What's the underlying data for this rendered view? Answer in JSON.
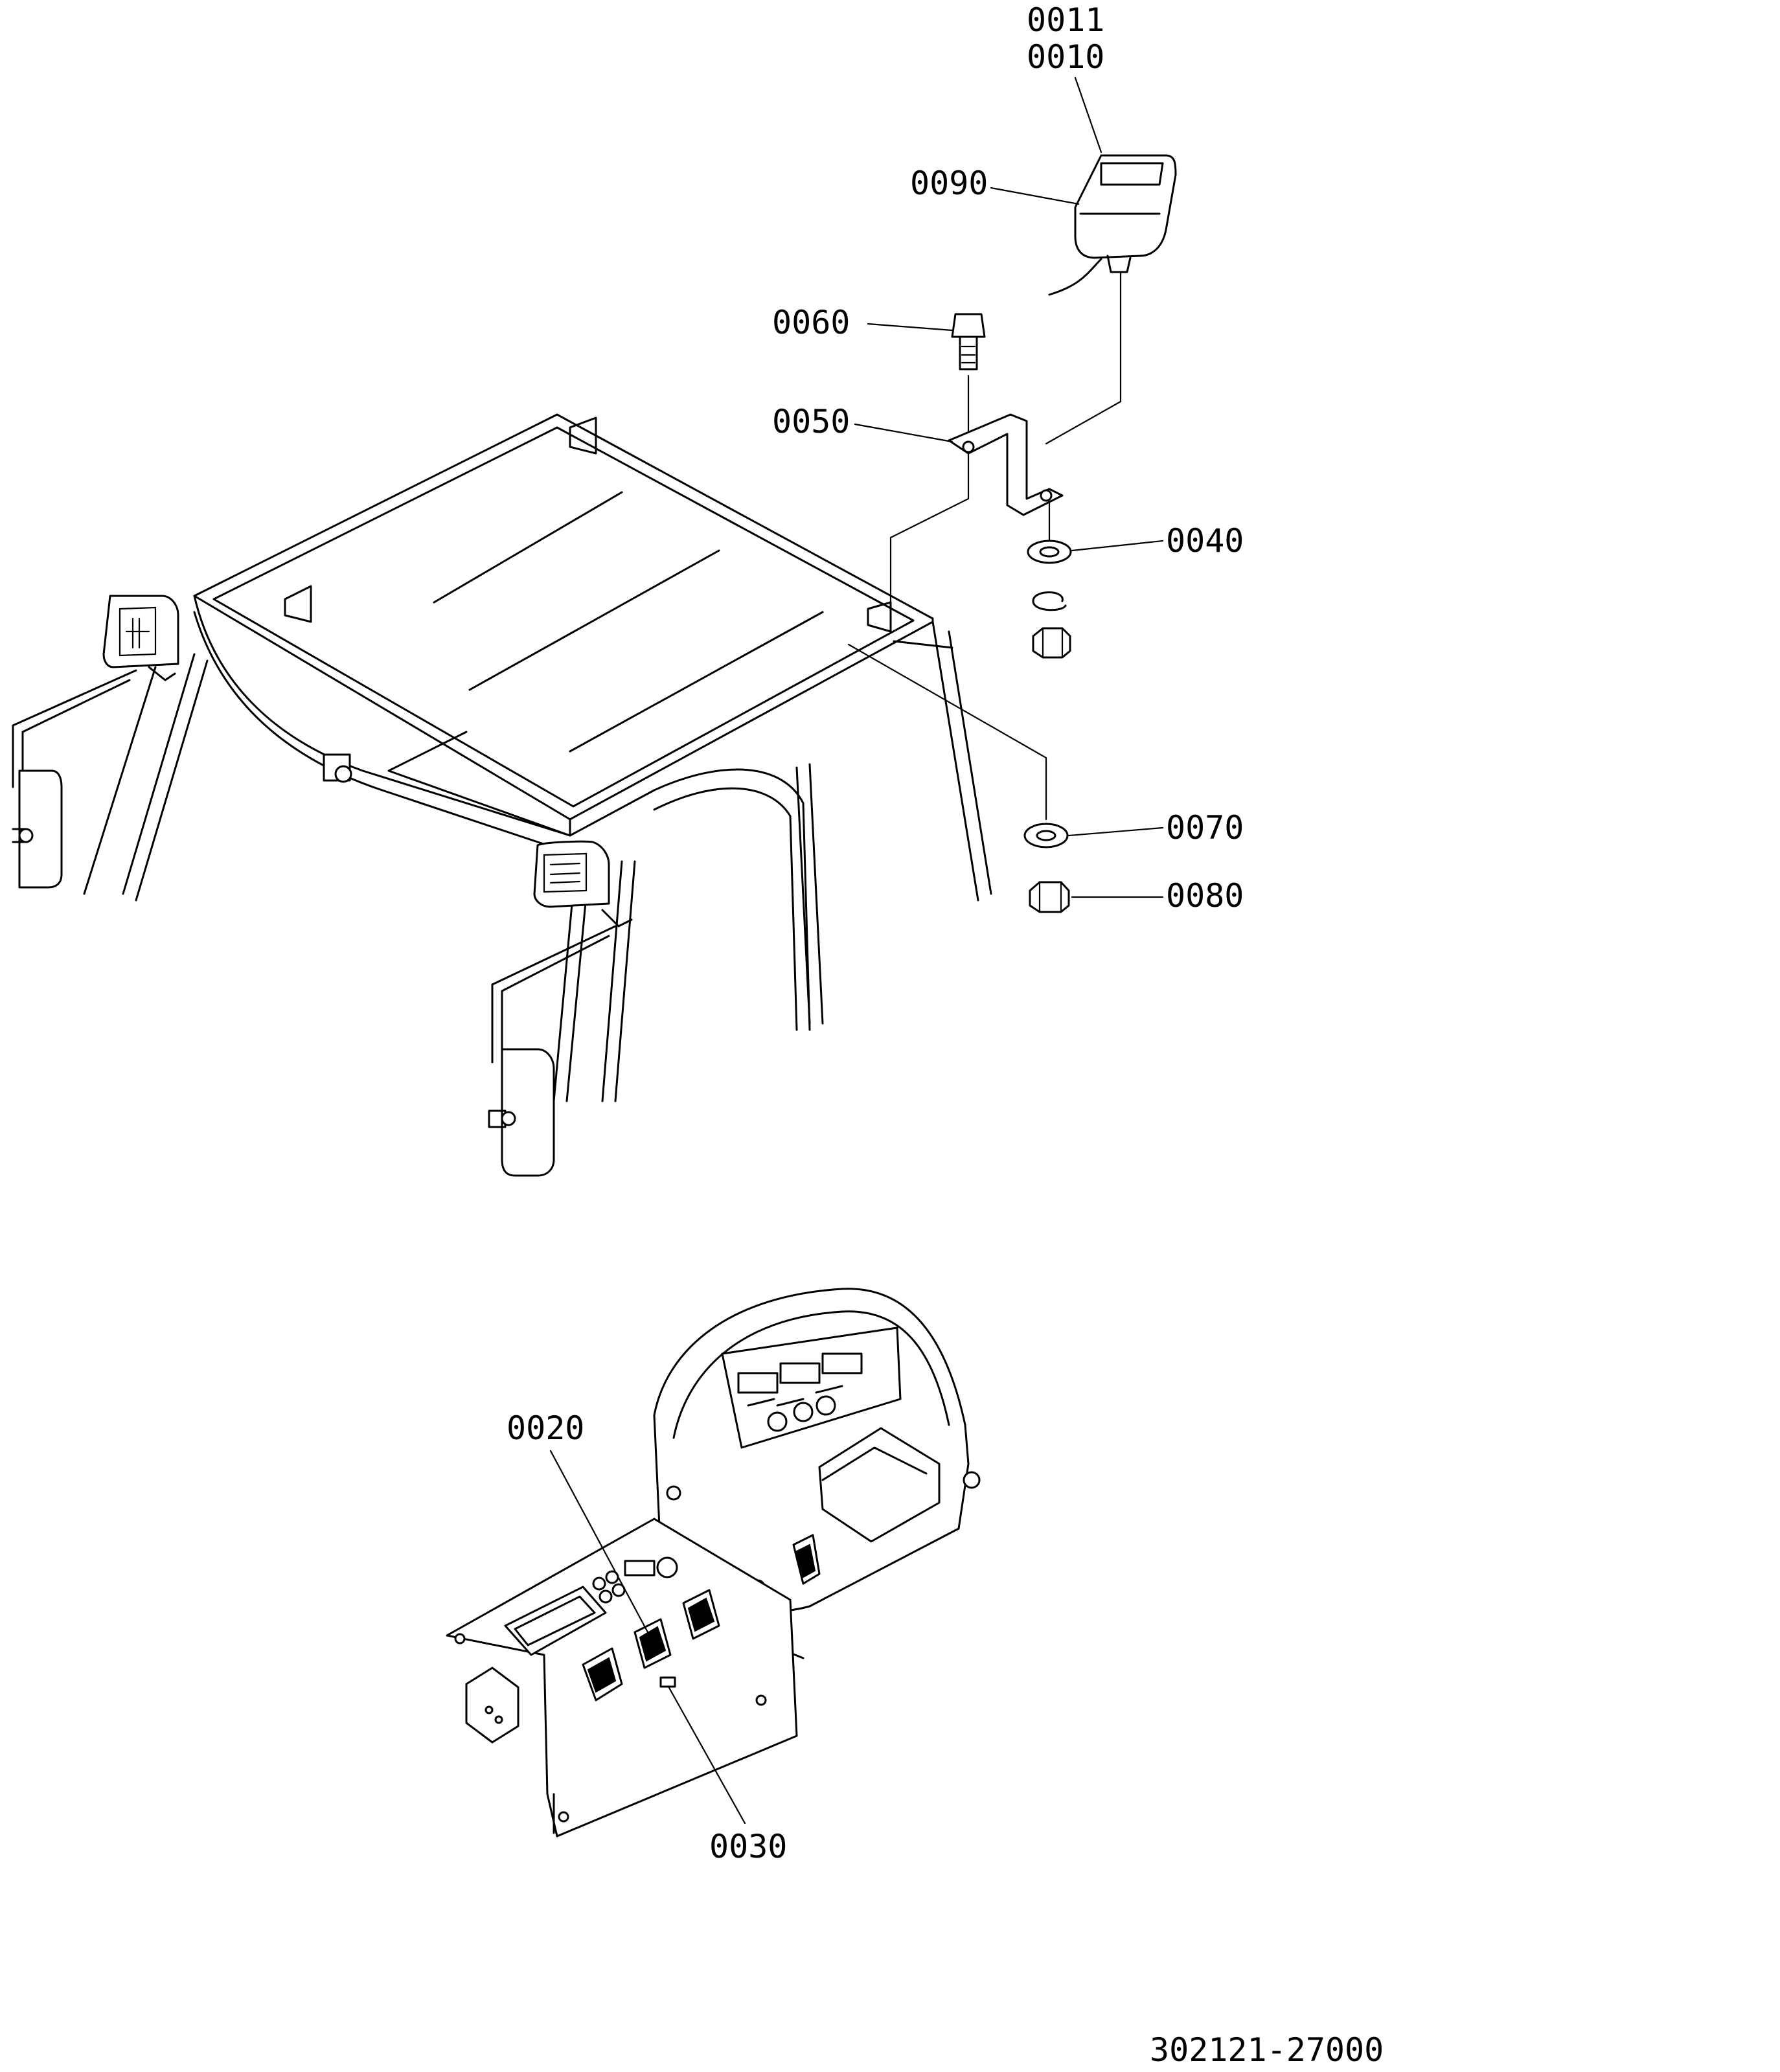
{
  "parts": {
    "p0011": "0011",
    "p0010": "0010",
    "p0090": "0090",
    "p0060": "0060",
    "p0050": "0050",
    "p0040": "0040",
    "p0070": "0070",
    "p0080": "0080",
    "p0020": "0020",
    "p0030": "0030"
  },
  "drawing_number": "302121-27000"
}
